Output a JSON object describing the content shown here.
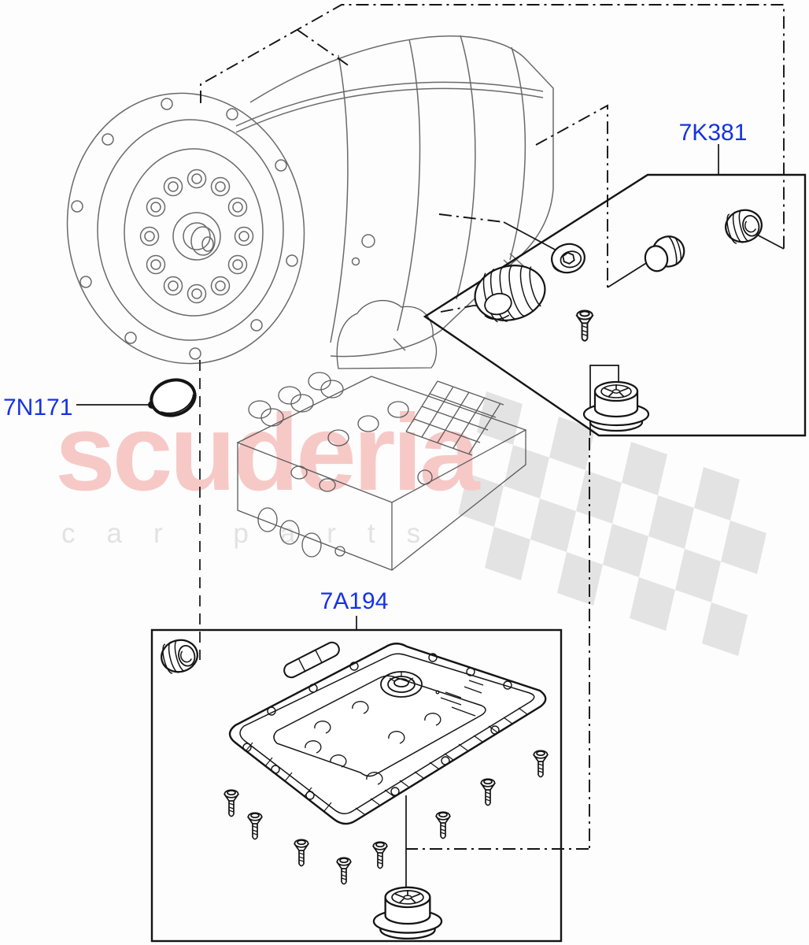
{
  "page": {
    "background": "#fdfdfd"
  },
  "watermark": {
    "brand": "scuderia",
    "tagline": "car parts",
    "brand_color": "#f6c9c7",
    "tagline_color": "#e2e2e2",
    "flag_color": "#e3e3e3"
  },
  "callouts": {
    "label_color": "#1632e4",
    "7k381": {
      "label": "7K381"
    },
    "7n171": {
      "label": "7N171"
    },
    "7a194": {
      "label": "7A194"
    }
  }
}
